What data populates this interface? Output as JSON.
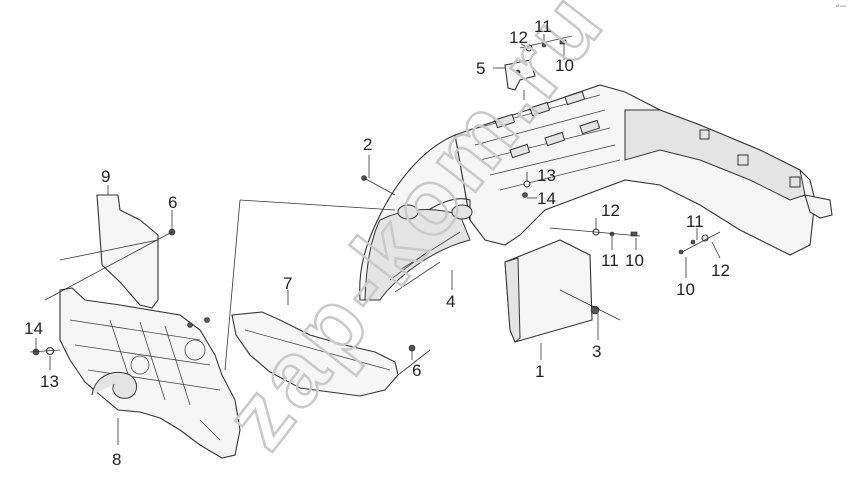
{
  "watermark": "zap-kom.ru",
  "corner_mark": "ᵉᶠ ⁿⁿⁿ",
  "callouts": [
    {
      "id": "c1",
      "text": "1"
    },
    {
      "id": "c2",
      "text": "2"
    },
    {
      "id": "c3",
      "text": "3"
    },
    {
      "id": "c4",
      "text": "4"
    },
    {
      "id": "c5",
      "text": "5"
    },
    {
      "id": "c6a",
      "text": "6"
    },
    {
      "id": "c6b",
      "text": "6"
    },
    {
      "id": "c7",
      "text": "7"
    },
    {
      "id": "c8",
      "text": "8"
    },
    {
      "id": "c9",
      "text": "9"
    },
    {
      "id": "c10a",
      "text": "10"
    },
    {
      "id": "c10b",
      "text": "10"
    },
    {
      "id": "c10c",
      "text": "10"
    },
    {
      "id": "c11a",
      "text": "11"
    },
    {
      "id": "c11b",
      "text": "11"
    },
    {
      "id": "c11c",
      "text": "11"
    },
    {
      "id": "c12a",
      "text": "12"
    },
    {
      "id": "c12b",
      "text": "12"
    },
    {
      "id": "c12c",
      "text": "12"
    },
    {
      "id": "c13a",
      "text": "13"
    },
    {
      "id": "c13b",
      "text": "13"
    },
    {
      "id": "c14a",
      "text": "14"
    },
    {
      "id": "c14b",
      "text": "14"
    }
  ]
}
